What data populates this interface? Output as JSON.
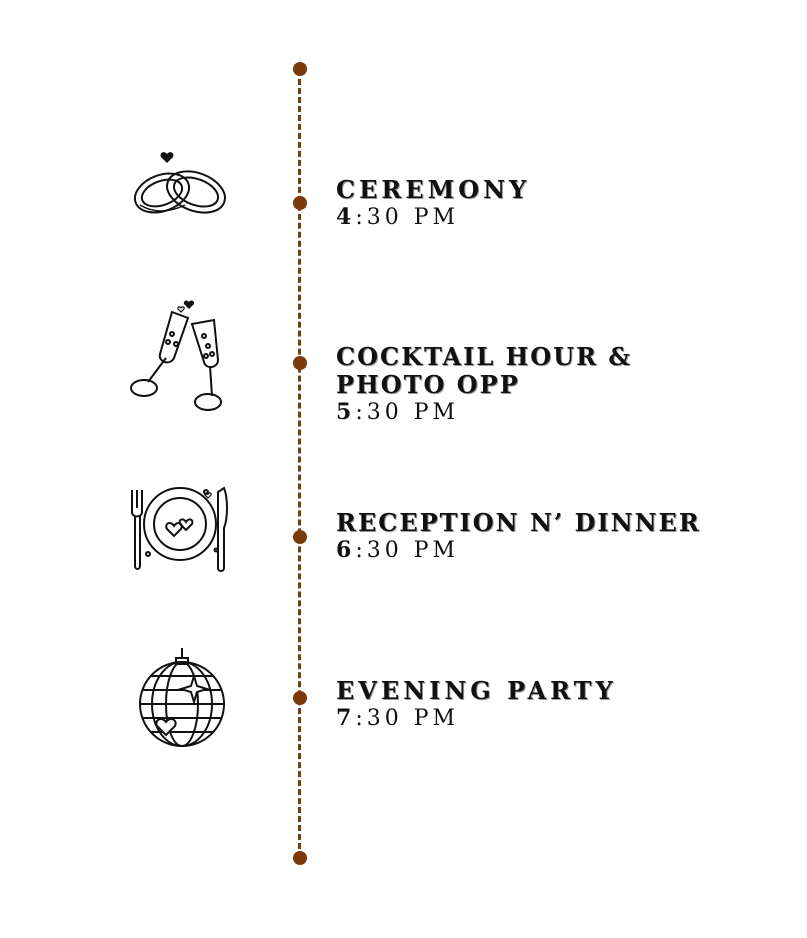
{
  "colors": {
    "timeline": "#7a3a0c",
    "text": "#111111"
  },
  "events": [
    {
      "title": "CEREMONY",
      "hour": "4",
      "rest": ":30 PM",
      "icon": "wedding-rings-icon"
    },
    {
      "title_line1": "COCKTAIL HOUR &",
      "title_line2": "PHOTO OPP",
      "hour": "5",
      "rest": ":30 PM",
      "icon": "champagne-toast-icon"
    },
    {
      "title": "RECEPTION N’ DINNER",
      "hour": "6",
      "rest": ":30 PM",
      "icon": "dinner-plate-icon"
    },
    {
      "title": "EVENING PARTY",
      "hour": "7",
      "rest": ":30 PM",
      "icon": "disco-ball-icon"
    }
  ]
}
